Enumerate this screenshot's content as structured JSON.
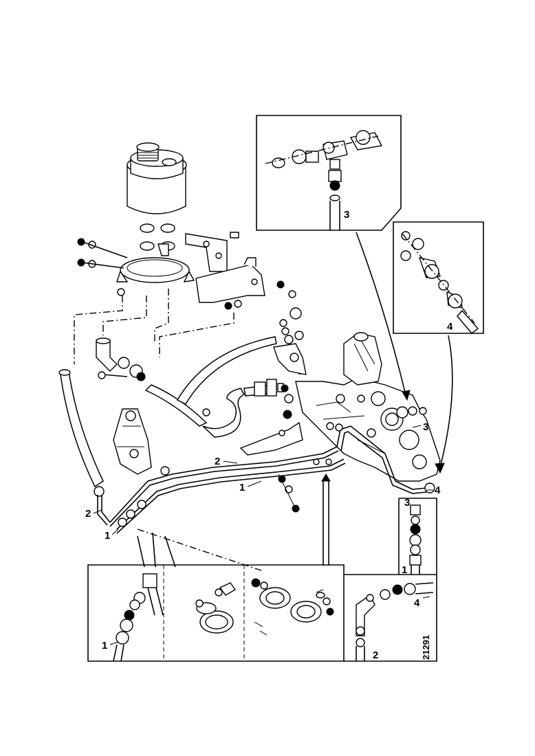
{
  "figure_number": "21291",
  "callouts": {
    "c1": "1",
    "c2": "2",
    "c3": "3",
    "c4": "4"
  }
}
